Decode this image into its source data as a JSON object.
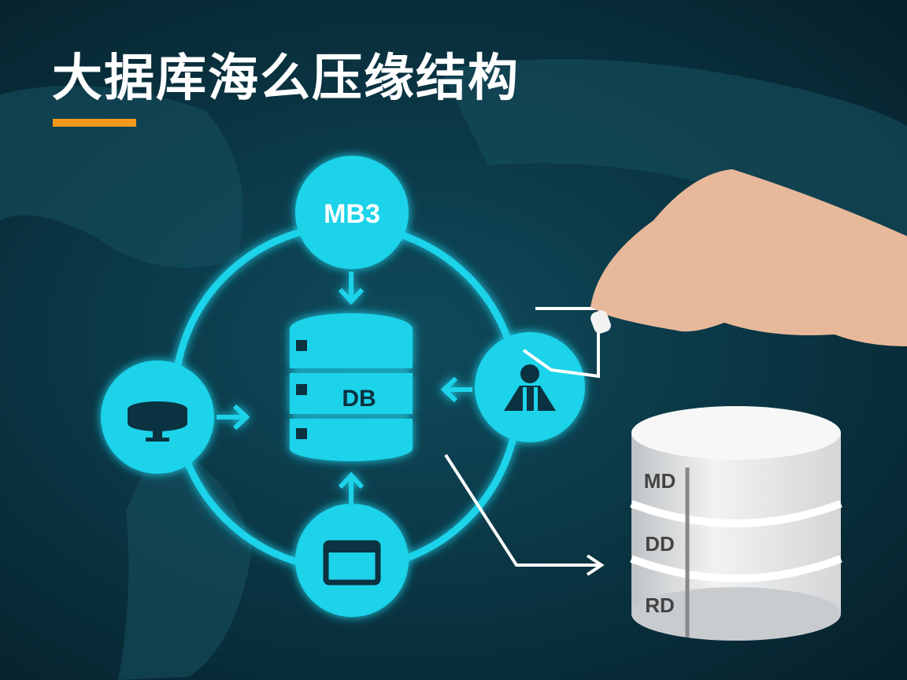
{
  "title": "大据库海么压缘结构",
  "accent_color": "#f39a1d",
  "node_color": "#1fd3ea",
  "diagram": {
    "top_node_label": "MB3",
    "center_db_label": "DB",
    "left_node_icon": "disk-monitor-icon",
    "right_node_icon": "user-group-icon",
    "bottom_node_icon": "monitor-icon"
  },
  "storage_db": {
    "layers": [
      "MD",
      "DD",
      "RD"
    ]
  }
}
